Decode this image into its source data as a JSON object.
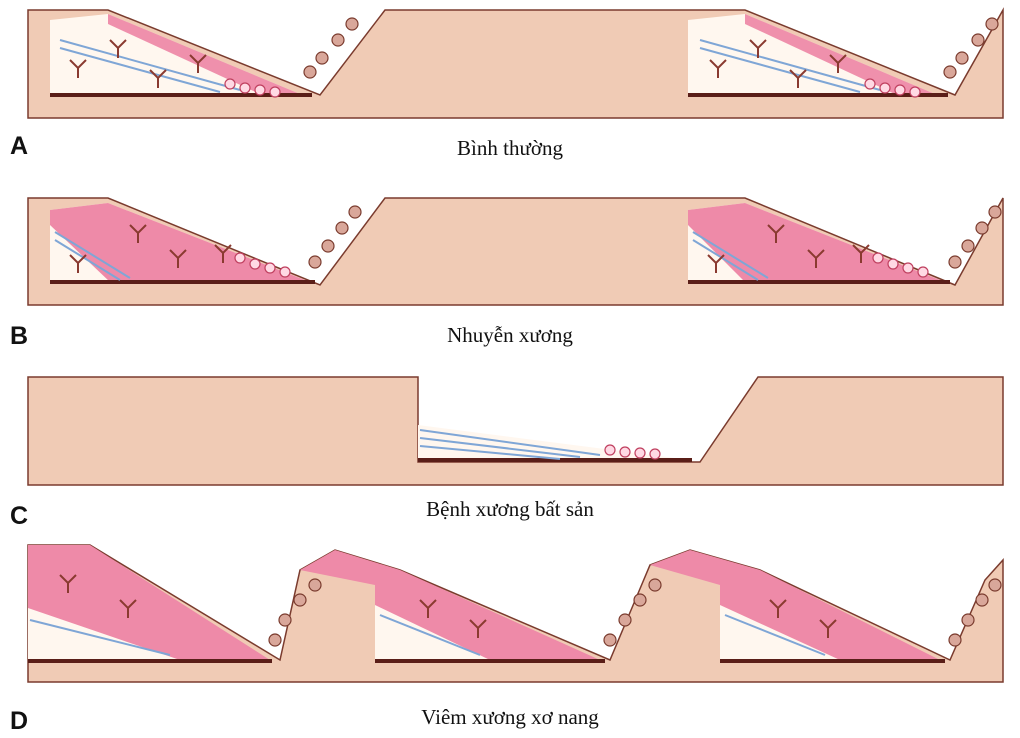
{
  "panels": [
    {
      "letter": "A",
      "caption": "Bình thường"
    },
    {
      "letter": "B",
      "caption": "Nhuyễn xương"
    },
    {
      "letter": "C",
      "caption": "Bệnh xương bất sản"
    },
    {
      "letter": "D",
      "caption": "Viêm xương xơ nang"
    }
  ],
  "colors": {
    "bone": "#f0cbb5",
    "osteoid": "#ee8aa8",
    "outline": "#7a3b2e",
    "marrow": "#fff7ef",
    "cell": "#d9a79a",
    "lamella": "#7fa6d6"
  }
}
